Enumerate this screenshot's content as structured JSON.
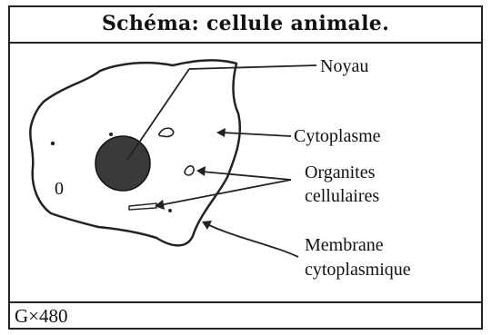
{
  "title": "Schéma: cellule animale.",
  "labels": {
    "noyau": "Noyau",
    "cytoplasme": "Cytoplasme",
    "organites_line1": "Organites",
    "organites_line2": "cellulaires",
    "membrane_line1": "Membrane",
    "membrane_line2": "cytoplasmique",
    "zero_mark": "0"
  },
  "magnification": "G×480",
  "colors": {
    "line": "#222222",
    "nucleus": "#3a3a3a"
  }
}
